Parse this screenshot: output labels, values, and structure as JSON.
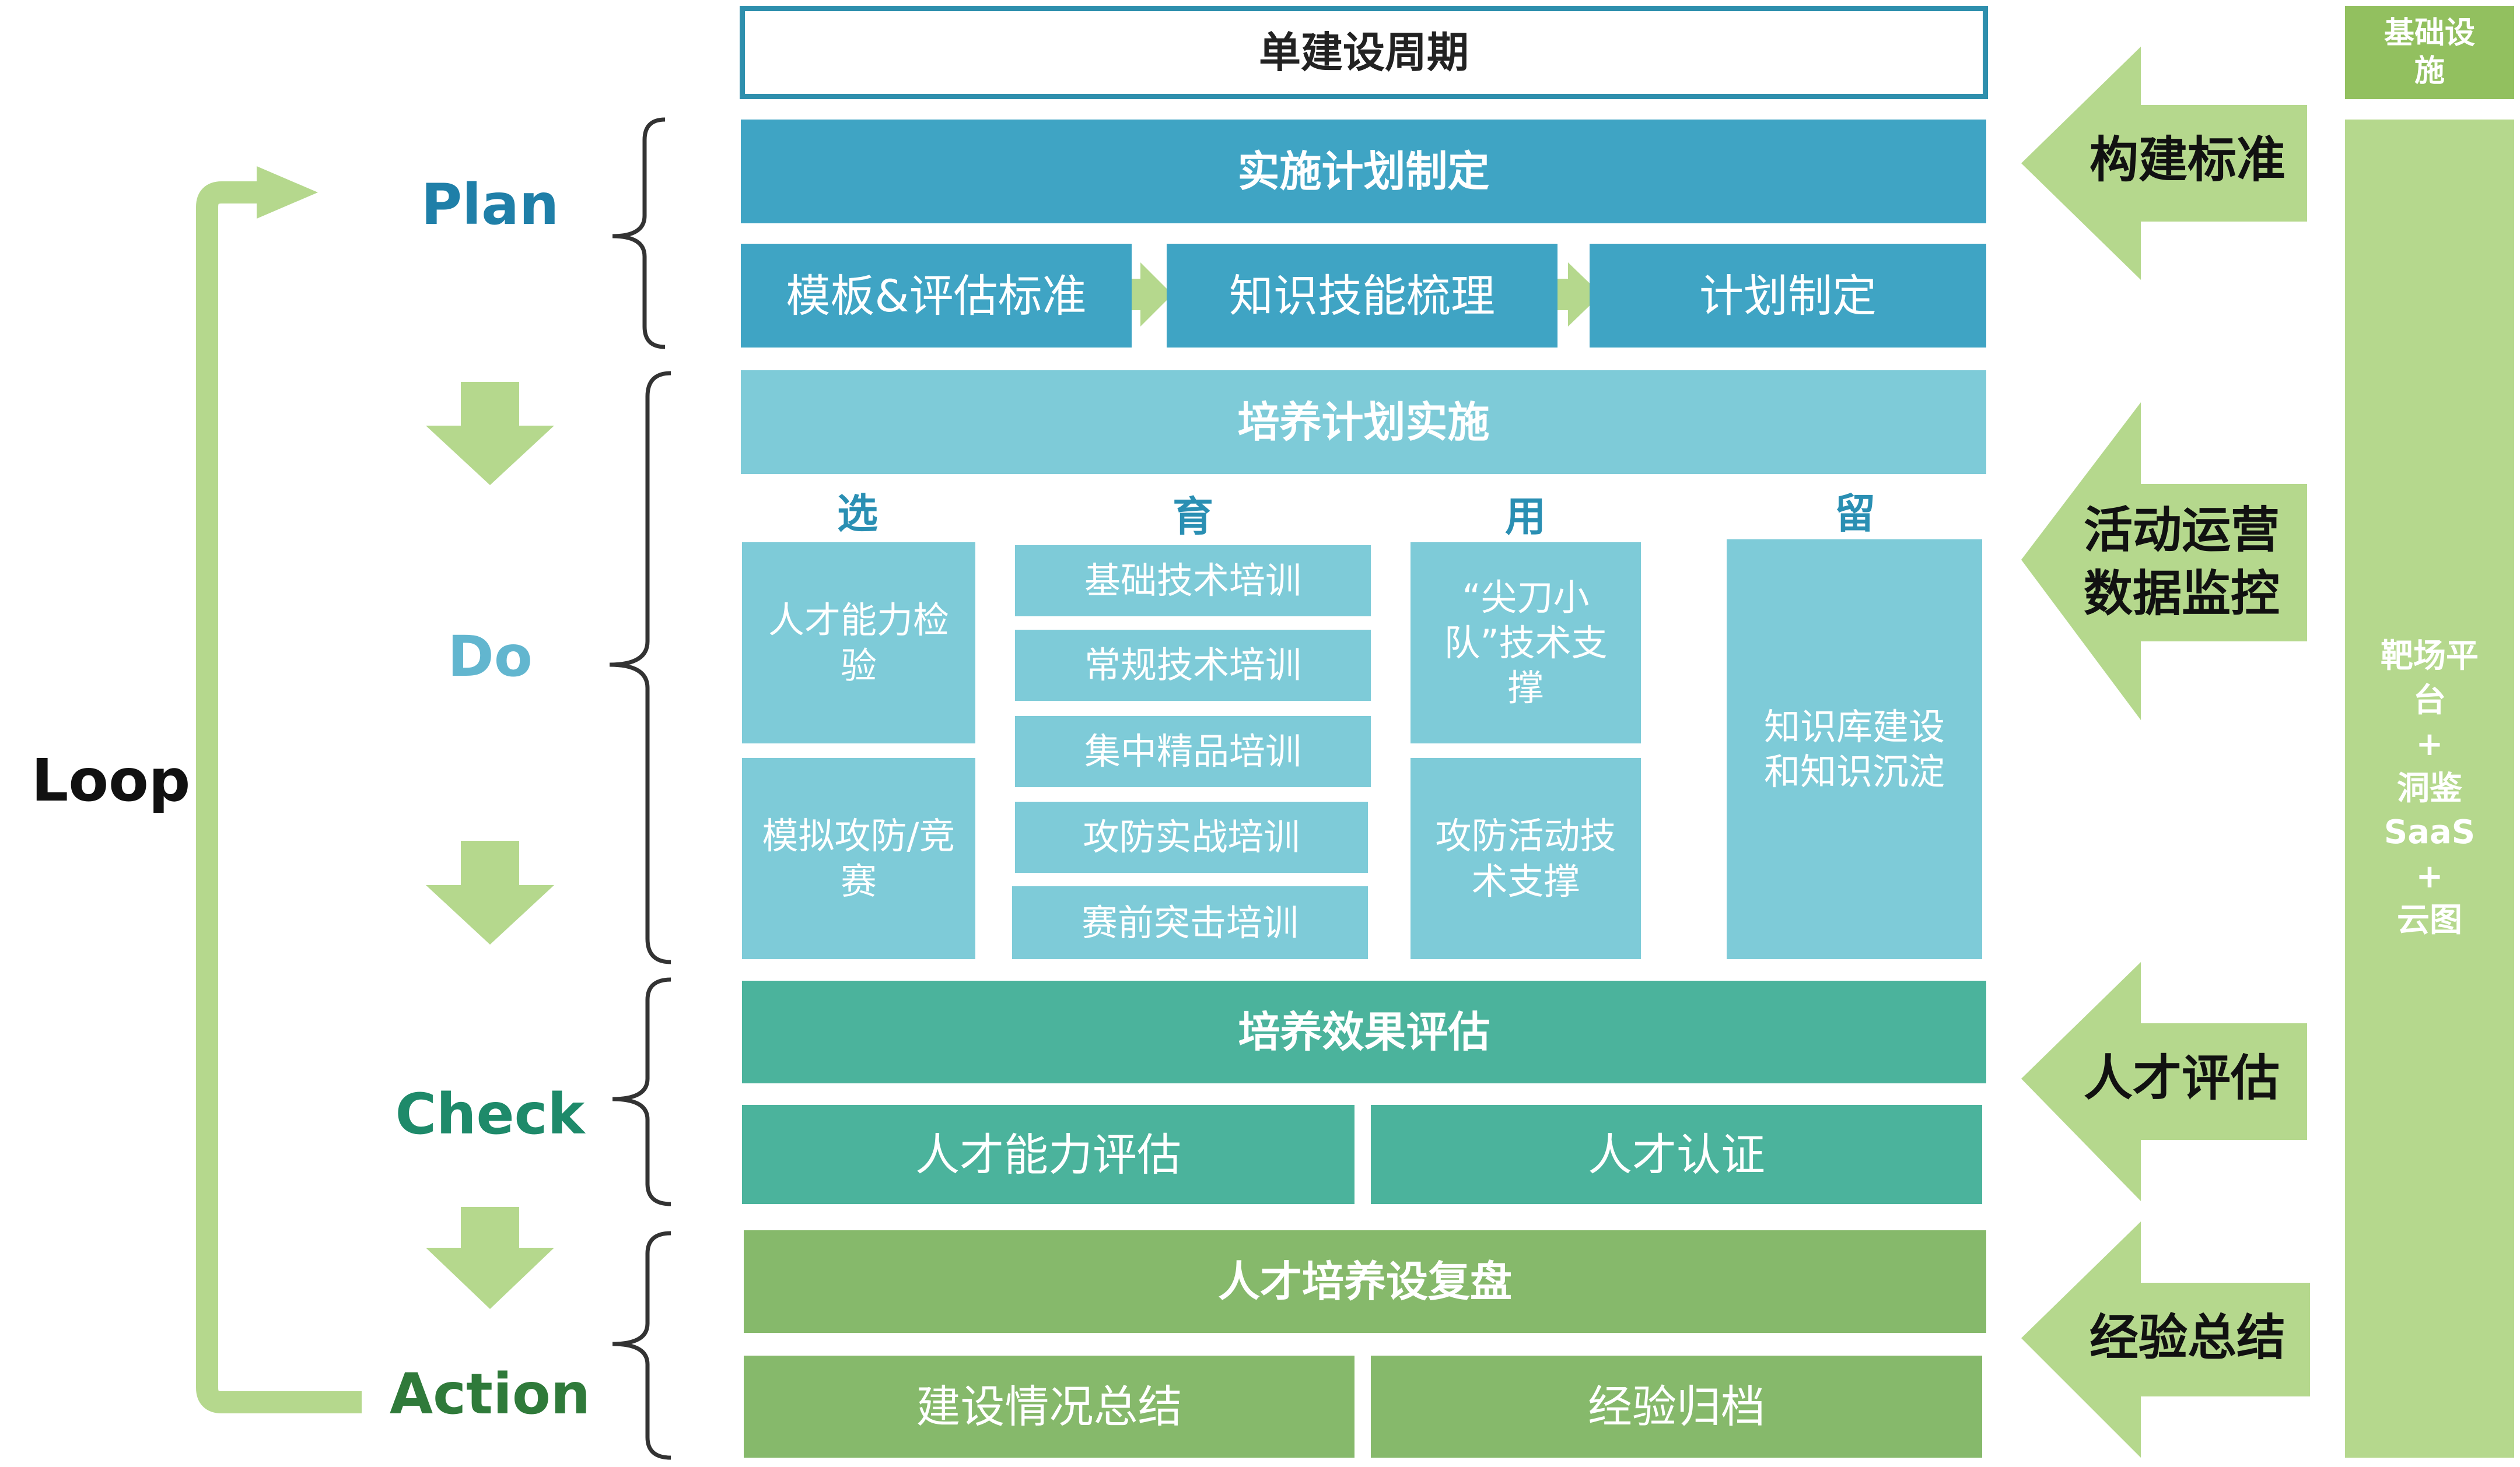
{
  "top_title": "单建设周期",
  "loop_label": "Loop",
  "phases": {
    "plan": "Plan",
    "do": "Do",
    "check": "Check",
    "action": "Action"
  },
  "plan": {
    "header": "实施计划制定",
    "steps": [
      "模板&评估标准",
      "知识技能梳理",
      "计划制定"
    ]
  },
  "do": {
    "header": "培养计划实施",
    "columns": [
      "选",
      "育",
      "用",
      "留"
    ],
    "xuan": [
      "人才能力检验",
      "模拟攻防/竞赛"
    ],
    "yu": [
      "基础技术培训",
      "常规技术培训",
      "集中精品培训",
      "攻防实战培训",
      "赛前突击培训"
    ],
    "yong": [
      "“尖刀小队”技术支撑",
      "攻防活动技术支撑"
    ],
    "liu": [
      "知识库建设和知识沉淀"
    ]
  },
  "check": {
    "header": "培养效果评估",
    "items": [
      "人才能力评估",
      "人才认证"
    ]
  },
  "action": {
    "header": "人才培养设复盘",
    "items": [
      "建设情况总结",
      "经验归档"
    ]
  },
  "right_arrows": {
    "plan": "构建标准",
    "do": "活动运营数据监控",
    "check": "人才评估",
    "action": "经验总结"
  },
  "infra": {
    "title": "基础设施",
    "platform": [
      "靶场平台",
      "+",
      "洞鉴SaaS",
      "+",
      "云图"
    ]
  },
  "colors": {
    "plan": "#3fa4c4",
    "do": "#7ecbd8",
    "check": "#4bb39c",
    "action": "#86b96b",
    "arrow": "#b5d88d",
    "infra": "#b5d88d"
  }
}
